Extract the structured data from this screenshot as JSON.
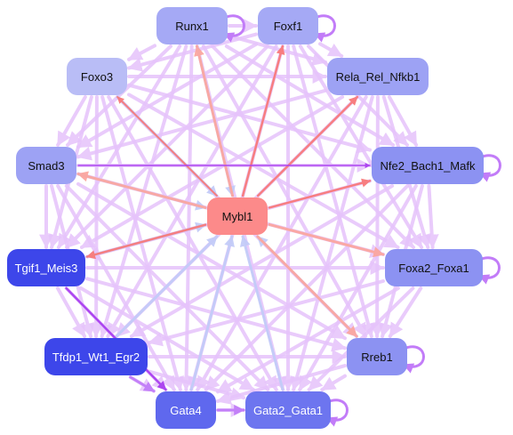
{
  "network": {
    "nodes": [
      {
        "id": "runx1",
        "label": "Runx1",
        "color": "#a5a9f5"
      },
      {
        "id": "foxf1",
        "label": "Foxf1",
        "color": "#a5a9f5"
      },
      {
        "id": "foxo3",
        "label": "Foxo3",
        "color": "#b9bdf6"
      },
      {
        "id": "rela",
        "label": "Rela_Rel_Nfkb1",
        "color": "#9da2f4"
      },
      {
        "id": "smad3",
        "label": "Smad3",
        "color": "#9da2f4"
      },
      {
        "id": "nfe2",
        "label": "Nfe2_Bach1_Mafk",
        "color": "#8c92f2"
      },
      {
        "id": "mybl1",
        "label": "Mybl1",
        "color": "#fc8a8a"
      },
      {
        "id": "tgif1",
        "label": "Tgif1_Meis3",
        "color": "#3d46ea"
      },
      {
        "id": "foxa2",
        "label": "Foxa2_Foxa1",
        "color": "#8c92f2"
      },
      {
        "id": "tfdp1",
        "label": "Tfdp1_Wt1_Egr2",
        "color": "#3d46ea"
      },
      {
        "id": "rreb1",
        "label": "Rreb1",
        "color": "#8c92f2"
      },
      {
        "id": "gata4",
        "label": "Gata4",
        "color": "#5f68ee"
      },
      {
        "id": "gata2",
        "label": "Gata2_Gata1",
        "color": "#6d75ef"
      }
    ],
    "edge_colors": {
      "default": "#e6c3fb",
      "strong": "#c27cf8",
      "emphasis": "#a93ef0",
      "red": "#f87a7a",
      "salmon": "#fba7a0",
      "blue": "#c3ccf8"
    }
  }
}
